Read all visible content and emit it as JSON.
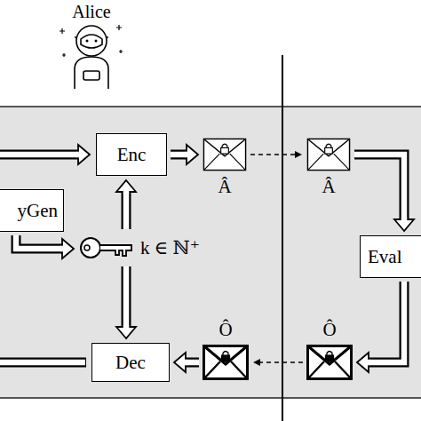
{
  "diagram": {
    "nodes": [
      {
        "text": [
          "Enc"
        ]
      },
      {
        "text": [
          "Â"
        ]
      },
      {
        "text": [
          "Â"
        ]
      },
      {
        "text": [
          "yGen"
        ]
      },
      {
        "text": [
          "k ∈ ℕ⁺"
        ]
      },
      {
        "text": [
          "Eval"
        ]
      },
      {
        "text": [
          "Dec"
        ]
      },
      {
        "text": [
          "Ô"
        ]
      },
      {
        "text": [
          "Ô"
        ]
      }
    ],
    "edges": [
      {
        "from": 0,
        "to": 1,
        "arrow": "to"
      },
      {
        "from": 1,
        "to": 2,
        "arrow": "to"
      },
      {
        "from": 2,
        "to": 5,
        "arrow": "to"
      },
      {
        "from": 5,
        "to": 8,
        "arrow": "to"
      },
      {
        "from": 8,
        "to": 7,
        "arrow": "to"
      },
      {
        "from": 7,
        "to": 6,
        "arrow": "to"
      },
      {
        "from": 3,
        "to": 4,
        "arrow": "to"
      },
      {
        "from": 4,
        "to": 0,
        "arrow": "to"
      },
      {
        "from": 4,
        "to": 6,
        "arrow": "to"
      }
    ],
    "labels": [
      "Alice"
    ]
  }
}
